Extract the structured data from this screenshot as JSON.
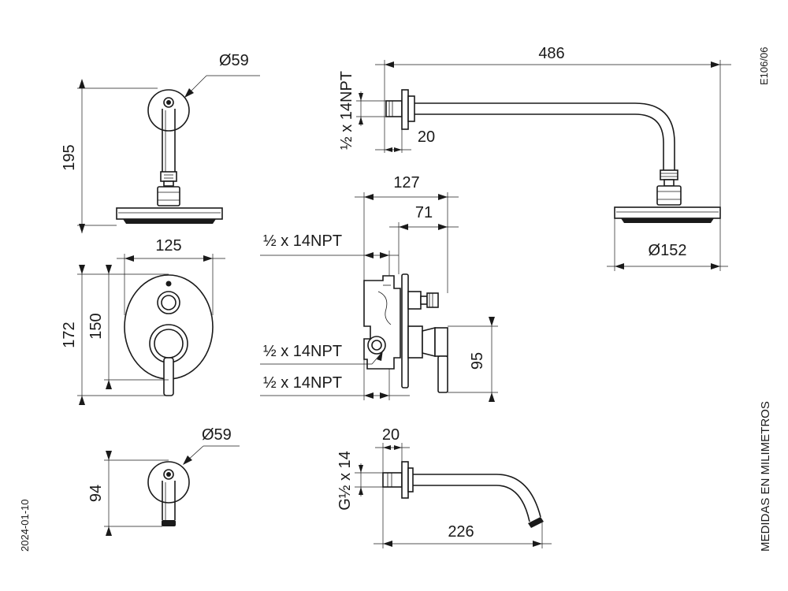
{
  "drawing_code": "E106/06",
  "date": "2024-01-10",
  "units_note": "MEDIDAS EN MILIMETROS",
  "shower_head_front": {
    "flange_diameter": "Ø59",
    "height": "195"
  },
  "shower_arm_side": {
    "length": "486",
    "thread": "½ x 14NPT",
    "thread_length": "20",
    "head_diameter": "Ø152"
  },
  "mixer_front": {
    "plate_width": "125",
    "plate_height": "172",
    "plate_inner_height": "150"
  },
  "mixer_side": {
    "total_depth": "127",
    "valve_depth": "71",
    "thread_top": "½ x 14NPT",
    "thread_mid": "½ x 14NPT",
    "thread_bottom": "½ x 14NPT",
    "handle_height": "95"
  },
  "spout_front": {
    "flange_diameter": "Ø59",
    "height": "94"
  },
  "spout_side": {
    "thread": "G½ x 14",
    "thread_length": "20",
    "length": "226"
  }
}
